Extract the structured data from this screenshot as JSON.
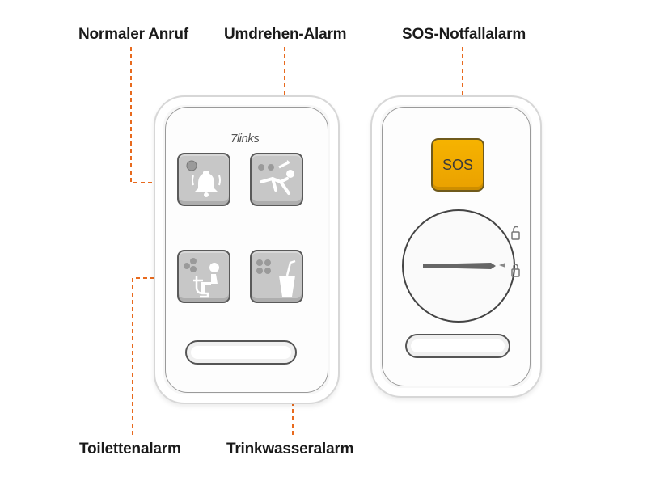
{
  "labels": {
    "normal_call": "Normaler Anruf",
    "flip_alarm": "Umdrehen-Alarm",
    "sos_alarm": "SOS-Notfallalarm",
    "toilet_alarm": "Toilettenalarm",
    "drinking_water_alarm": "Trinkwasseralarm"
  },
  "front": {
    "brand": "7links"
  },
  "back": {
    "sos_button": "SOS"
  },
  "colors": {
    "leader_line": "#e86a1e",
    "sos_button": "#f2a900",
    "key_gray": "#c7c7c7"
  },
  "icons": {
    "normal_call": "bell-icon",
    "flip_alarm": "person-falling-icon",
    "toilet_alarm": "toilet-person-icon",
    "drinking_water_alarm": "drinking-glass-icon",
    "lock": "lock-icon"
  }
}
